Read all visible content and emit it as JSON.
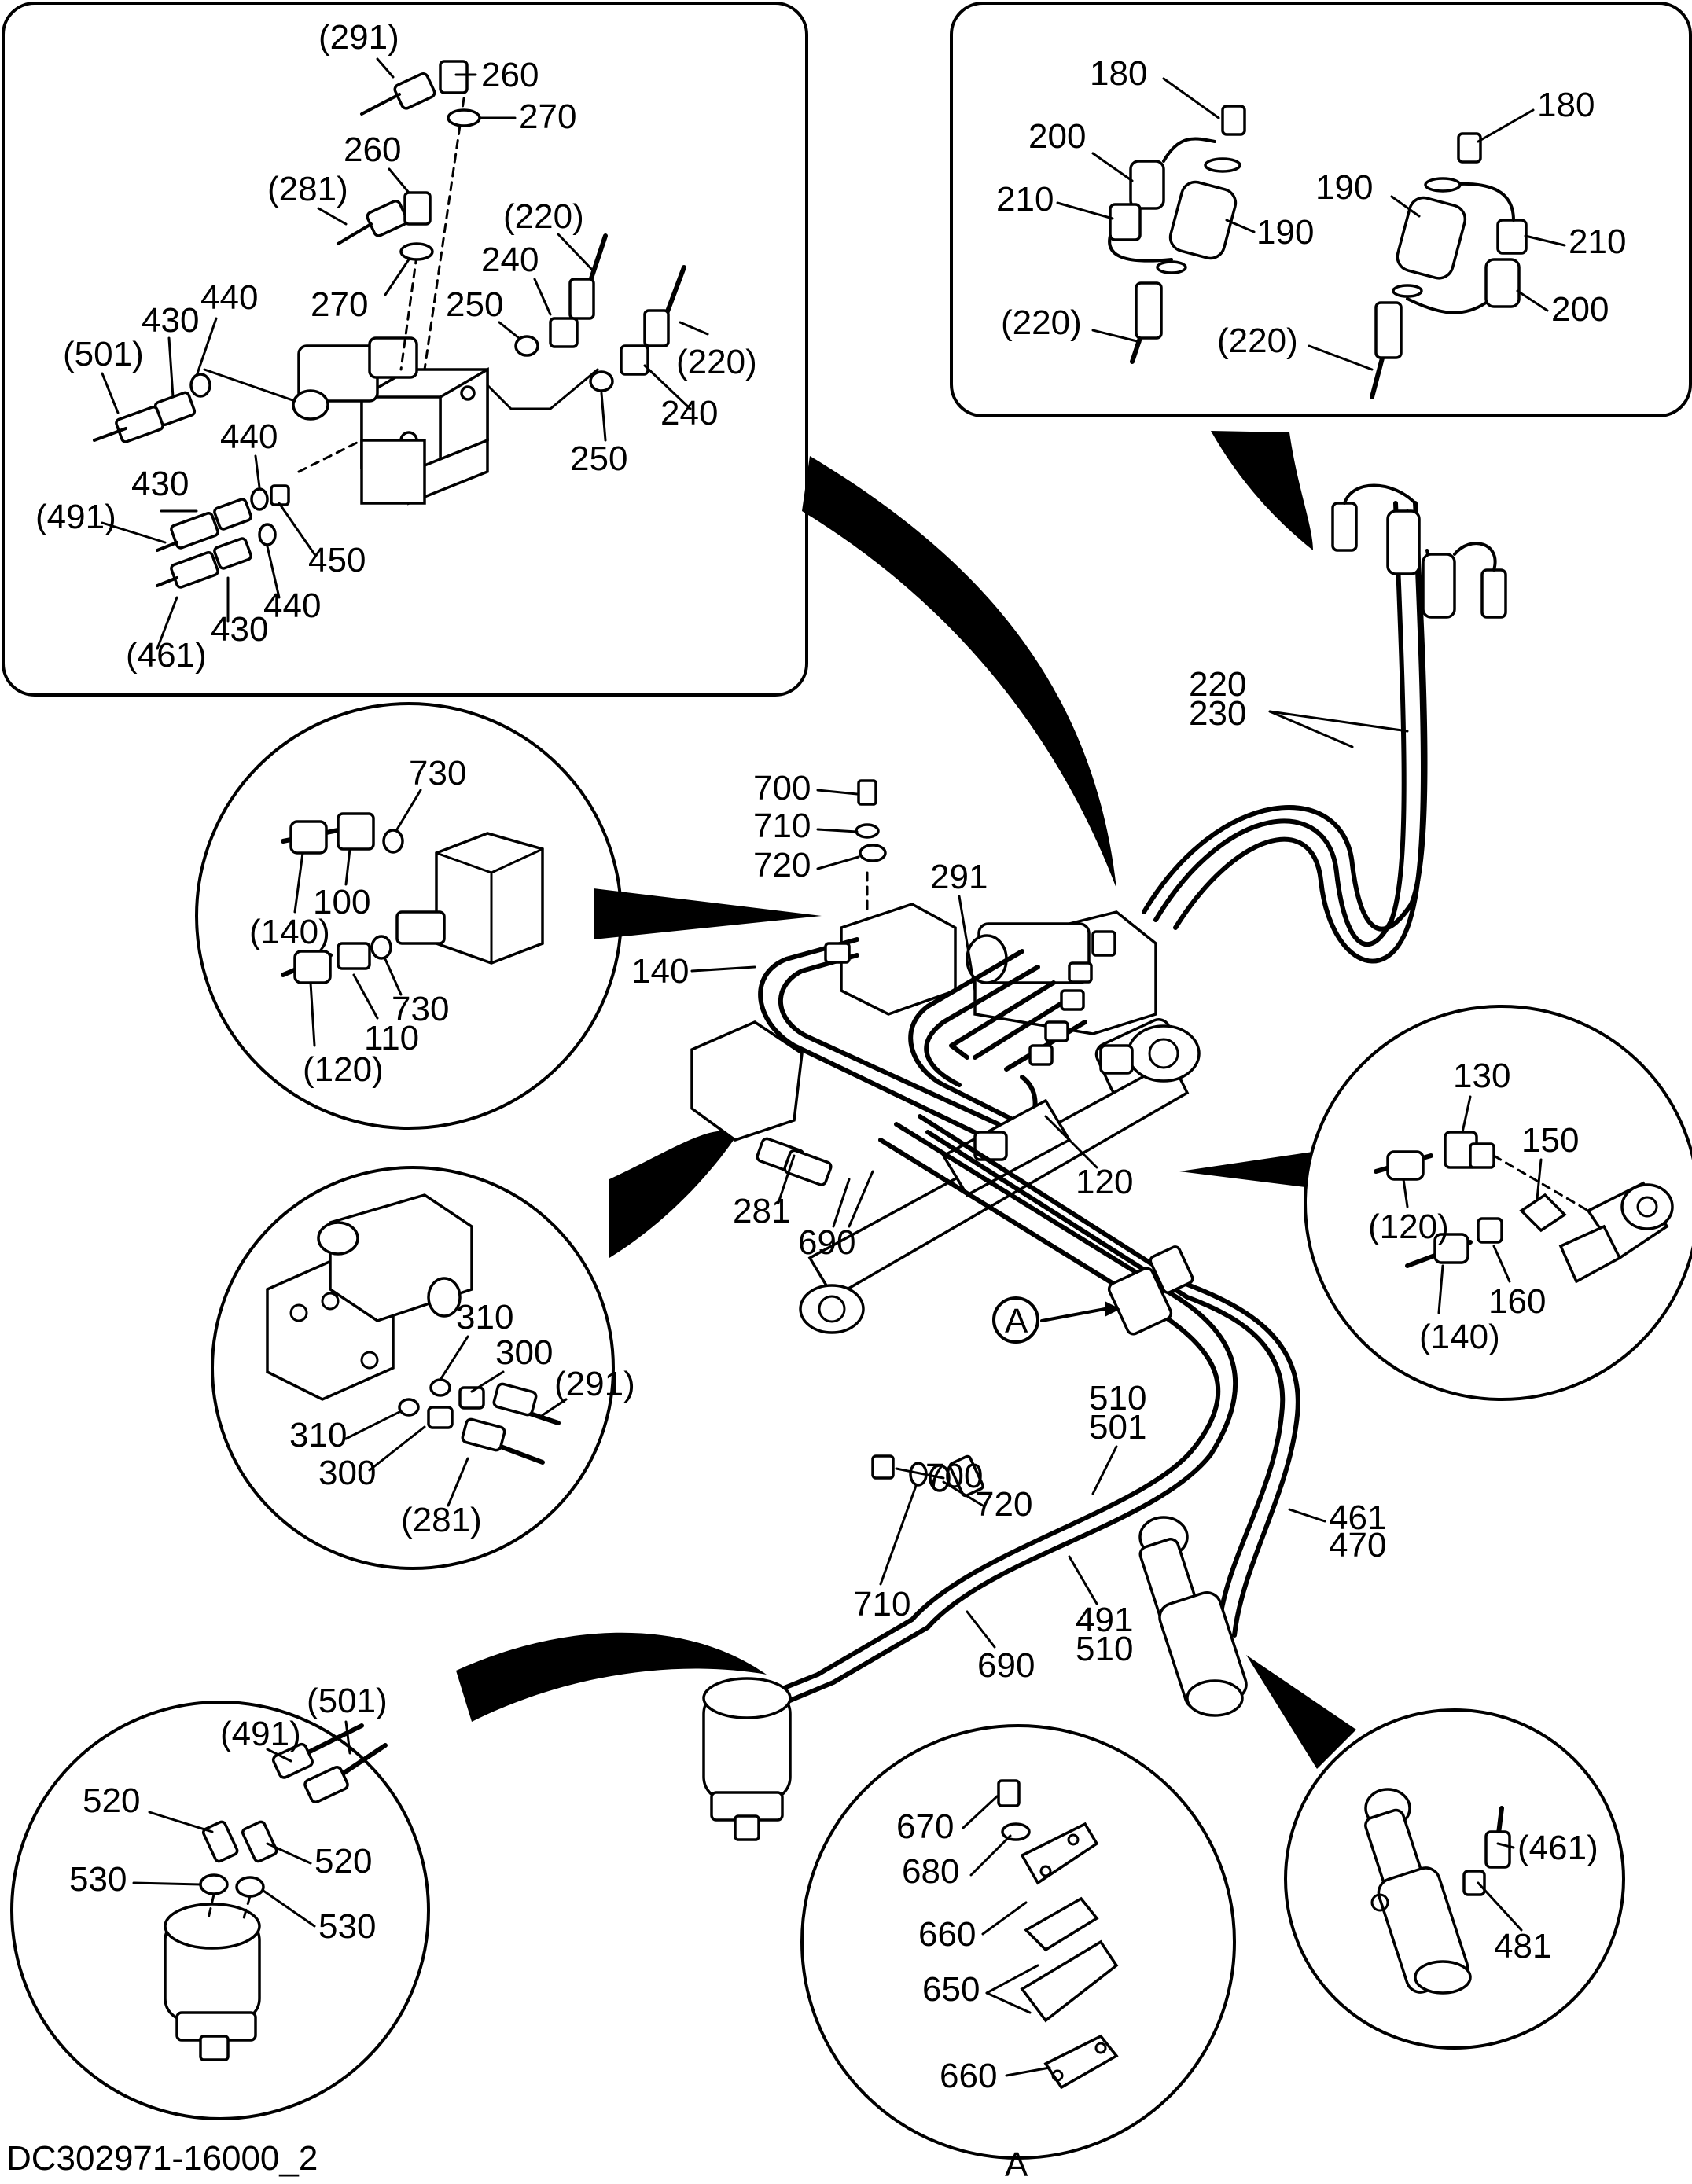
{
  "document_code": "DC302971-16000_2",
  "detail_marker": "A",
  "panels": {
    "top_left": {
      "labels": [
        "(291)",
        "260",
        "270",
        "260",
        "(281)",
        "270",
        "(220)",
        "240",
        "250",
        "(220)",
        "240",
        "250",
        "440",
        "430",
        "(501)",
        "440",
        "430",
        "(491)",
        "450",
        "440",
        "430",
        "(461)"
      ]
    },
    "top_right": {
      "labels": [
        "180",
        "180",
        "200",
        "210",
        "190",
        "190",
        "210",
        "200",
        "(220)",
        "(220)"
      ]
    },
    "circle_left_top": {
      "labels": [
        "730",
        "100",
        "(140)",
        "730",
        "110",
        "(120)"
      ]
    },
    "circle_left_mid": {
      "labels": [
        "310",
        "300",
        "(291)",
        "310",
        "300",
        "(281)"
      ]
    },
    "circle_right_mid": {
      "labels": [
        "130",
        "150",
        "(120)",
        "160",
        "(140)"
      ]
    },
    "circle_bottom_left": {
      "labels": [
        "(501)",
        "(491)",
        "520",
        "520",
        "530",
        "530"
      ]
    },
    "circle_bottom_center": {
      "labels": [
        "670",
        "680",
        "660",
        "650",
        "660"
      ],
      "marker": "A"
    },
    "circle_bottom_right": {
      "labels": [
        "(461)",
        "481"
      ]
    }
  },
  "main": {
    "labels": {
      "l700a": "700",
      "l710a": "710",
      "l720a": "720",
      "l140": "140",
      "l291": "291",
      "l281": "281",
      "l690a": "690",
      "l120": "120",
      "l220": "220",
      "l230": "230",
      "l510a": "510",
      "l501": "501",
      "l700b": "700",
      "l720b": "720",
      "l710b": "710",
      "l690b": "690",
      "l491": "491",
      "l510b": "510",
      "l461": "461",
      "l470": "470"
    },
    "marker": "A"
  }
}
